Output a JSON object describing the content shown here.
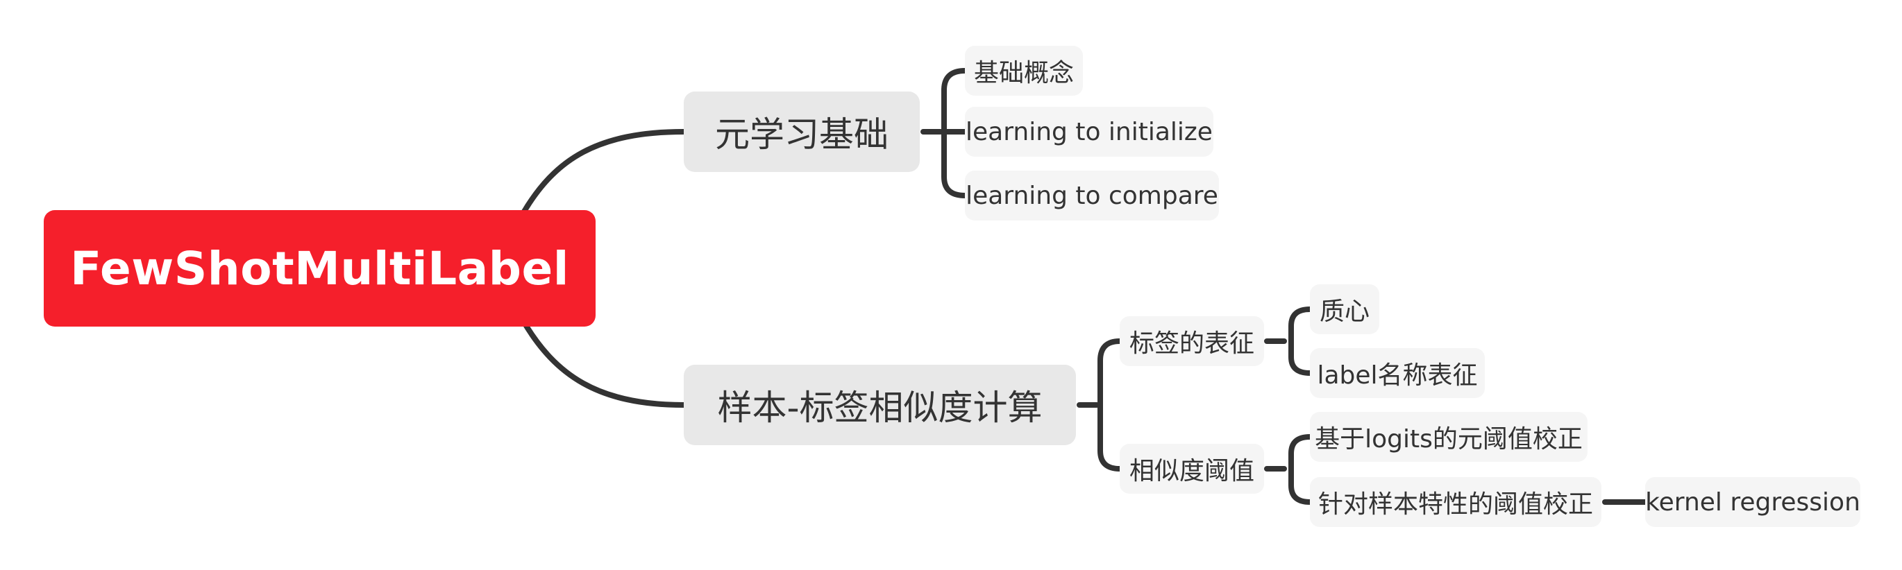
{
  "mindmap": {
    "root": {
      "label": "FewShotMultiLabel"
    },
    "branches": [
      {
        "label": "元学习基础",
        "children": [
          "基础概念",
          "learning to initialize",
          "learning to compare"
        ]
      },
      {
        "label": "样本-标签相似度计算",
        "children": [
          {
            "label": "标签的表征",
            "children": [
              "质心",
              "label名称表征"
            ]
          },
          {
            "label": "相似度阈值",
            "children": [
              "基于logits的元阈值校正",
              {
                "label": "针对样本特性的阈值校正",
                "children": [
                  "kernel regression"
                ]
              }
            ]
          }
        ]
      }
    ]
  },
  "colors": {
    "root_fill": "#f51f2b",
    "root_text": "#ffffff",
    "topic_fill": "#e8e8e8",
    "subtopic_fill": "#f5f5f5",
    "text": "#333333",
    "connector": "#333333"
  }
}
